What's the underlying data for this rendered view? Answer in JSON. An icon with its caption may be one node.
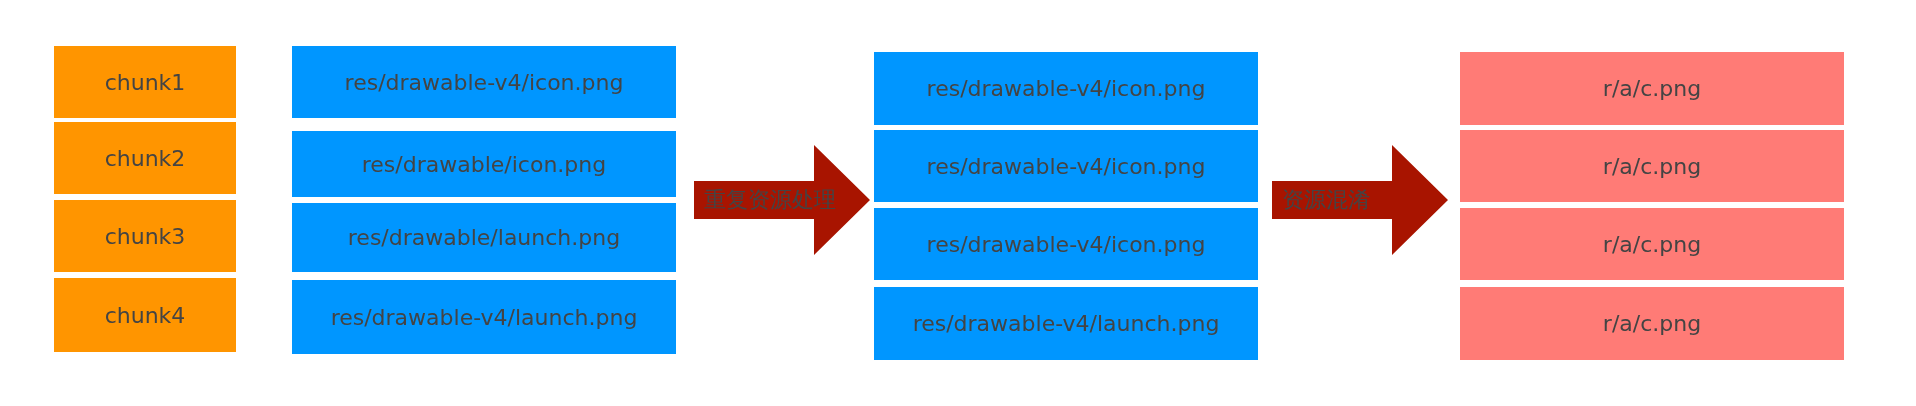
{
  "diagram": {
    "nodes": [
      {
        "text": [
          "chunk1"
        ]
      },
      {
        "text": [
          "chunk2"
        ]
      },
      {
        "text": [
          "chunk3"
        ]
      },
      {
        "text": [
          "chunk4"
        ]
      },
      {
        "text": [
          "res/drawable-v4/icon.png"
        ]
      },
      {
        "text": [
          "res/drawable/icon.png"
        ]
      },
      {
        "text": [
          "res/drawable/launch.png"
        ]
      },
      {
        "text": [
          "res/drawable-v4/launch.png"
        ]
      },
      {
        "text": [
          "重复资源处理"
        ]
      },
      {
        "text": [
          "res/drawable-v4/icon.png"
        ]
      },
      {
        "text": [
          "res/drawable-v4/icon.png"
        ]
      },
      {
        "text": [
          "res/drawable-v4/icon.png"
        ]
      },
      {
        "text": [
          "res/drawable-v4/launch.png"
        ]
      },
      {
        "text": [
          "资源混淆"
        ]
      },
      {
        "text": [
          "r/a/c.png"
        ]
      },
      {
        "text": [
          "r/a/c.png"
        ]
      },
      {
        "text": [
          "r/a/c.png"
        ]
      },
      {
        "text": [
          "r/a/c.png"
        ]
      }
    ]
  }
}
